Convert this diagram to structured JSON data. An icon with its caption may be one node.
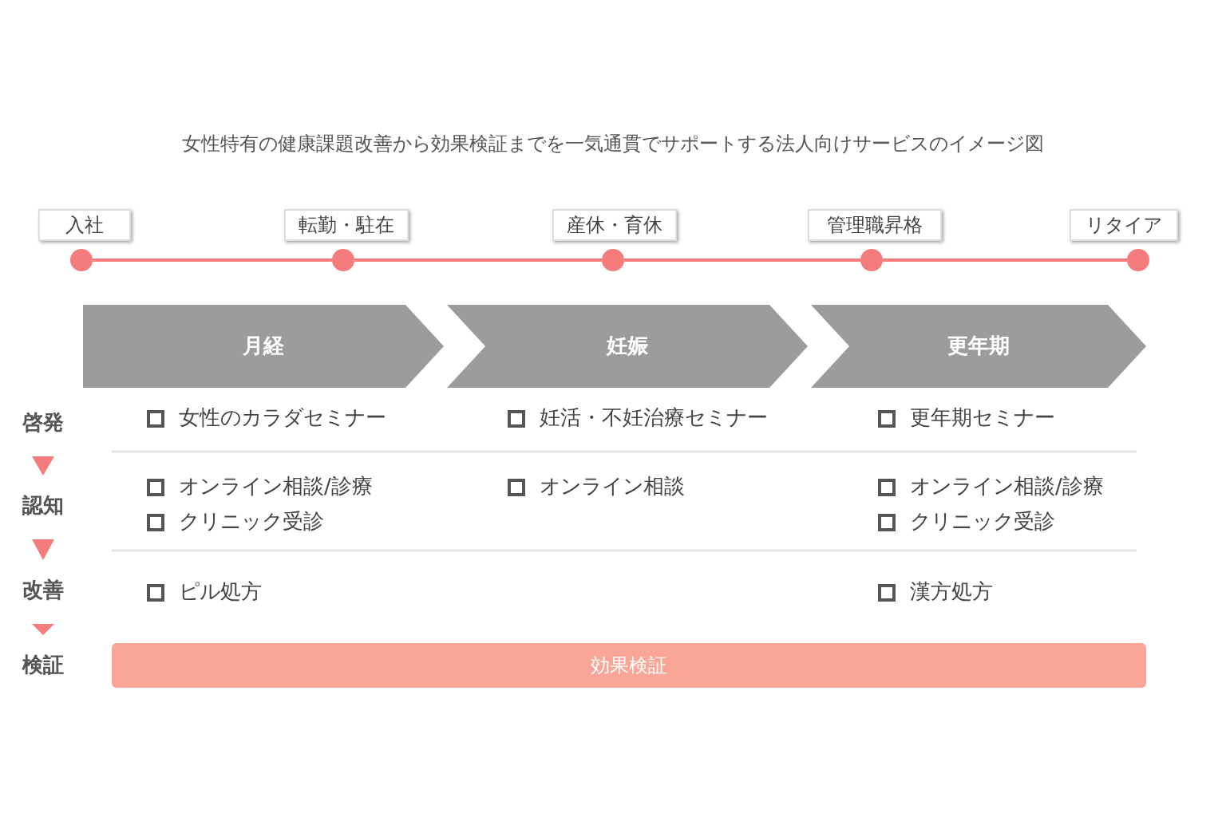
{
  "diagram": {
    "title": "女性特有の健康課題改善から効果検証までを一気通貫でサポートする法人向けサービスのイメージ図",
    "nodes": [
      {
        "text": [
          "入社"
        ]
      },
      {
        "text": [
          "転勤・駐在"
        ]
      },
      {
        "text": [
          "産休・育休"
        ]
      },
      {
        "text": [
          "管理職昇格"
        ]
      },
      {
        "text": [
          "リタイア"
        ]
      },
      {
        "text": [],
        "shape": "circle"
      },
      {
        "text": [],
        "shape": "circle"
      },
      {
        "text": [],
        "shape": "circle"
      },
      {
        "text": [],
        "shape": "circle"
      },
      {
        "text": [],
        "shape": "circle"
      },
      {
        "text": [
          "月経"
        ]
      },
      {
        "text": [
          "妊娠"
        ]
      },
      {
        "text": [
          "更年期"
        ]
      },
      {
        "text": [
          "啓発"
        ]
      },
      {
        "text": [
          "認知"
        ]
      },
      {
        "text": [
          "改善"
        ]
      },
      {
        "text": [
          "検証"
        ]
      },
      {
        "text": [
          "効果検証"
        ]
      }
    ],
    "edges": [
      {
        "from": 5,
        "to": 6,
        "arrow": "none"
      },
      {
        "from": 6,
        "to": 7,
        "arrow": "none"
      },
      {
        "from": 7,
        "to": 8,
        "arrow": "none"
      },
      {
        "from": 8,
        "to": 9,
        "arrow": "none"
      },
      {
        "from": 13,
        "to": 14,
        "arrow": "to"
      },
      {
        "from": 14,
        "to": 15,
        "arrow": "to"
      },
      {
        "from": 15,
        "to": 16,
        "arrow": "to"
      }
    ],
    "labels": [
      "女性のカラダセミナー",
      "妊活・不妊治療セミナー",
      "更年期セミナー",
      "オンライン相談/診療",
      "オンライン相談",
      "オンライン相談/診療",
      "クリニック受診",
      "クリニック受診",
      "ピル処方",
      "漢方処方"
    ]
  }
}
